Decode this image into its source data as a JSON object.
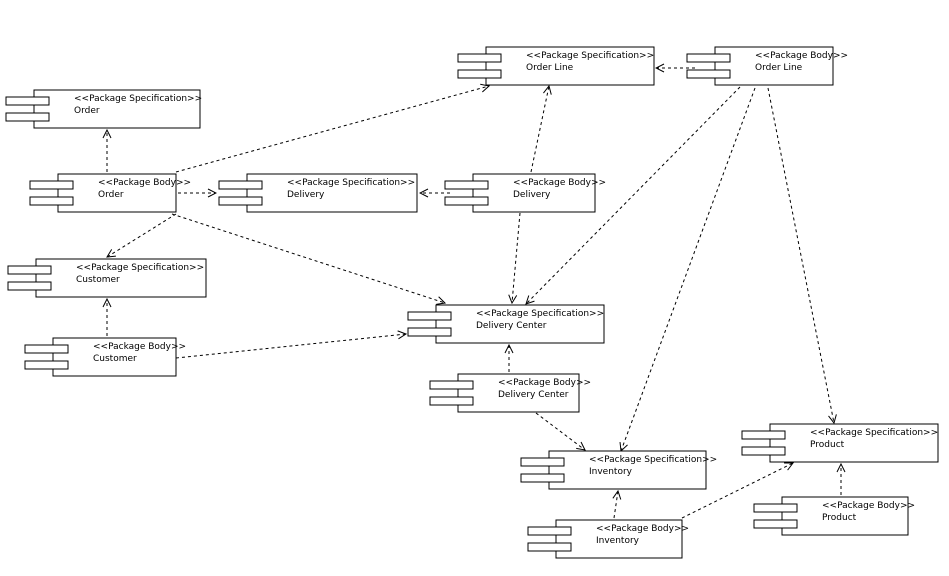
{
  "diagram": {
    "components": [
      {
        "id": "spec_order_line",
        "stereotype": "<<Package Specification>>",
        "name": "Order Line"
      },
      {
        "id": "body_order_line",
        "stereotype": "<<Package Body>>",
        "name": "Order Line"
      },
      {
        "id": "spec_order",
        "stereotype": "<<Package Specification>>",
        "name": "Order"
      },
      {
        "id": "body_order",
        "stereotype": "<<Package Body>>",
        "name": "Order"
      },
      {
        "id": "spec_delivery",
        "stereotype": "<<Package Specification>>",
        "name": "Delivery"
      },
      {
        "id": "body_delivery",
        "stereotype": "<<Package Body>>",
        "name": "Delivery"
      },
      {
        "id": "spec_customer",
        "stereotype": "<<Package Specification>>",
        "name": "Customer"
      },
      {
        "id": "body_customer",
        "stereotype": "<<Package Body>>",
        "name": "Customer"
      },
      {
        "id": "spec_delivery_center",
        "stereotype": "<<Package Specification>>",
        "name": "Delivery Center"
      },
      {
        "id": "body_delivery_center",
        "stereotype": "<<Package Body>>",
        "name": "Delivery Center"
      },
      {
        "id": "spec_product",
        "stereotype": "<<Package Specification>>",
        "name": "Product"
      },
      {
        "id": "body_product",
        "stereotype": "<<Package Body>>",
        "name": "Product"
      },
      {
        "id": "spec_inventory",
        "stereotype": "<<Package Specification>>",
        "name": "Inventory"
      },
      {
        "id": "body_inventory",
        "stereotype": "<<Package Body>>",
        "name": "Inventory"
      }
    ],
    "dependencies": [
      {
        "from": "body_order_line",
        "to": "spec_order_line"
      },
      {
        "from": "body_order_line",
        "to": "spec_delivery_center"
      },
      {
        "from": "body_order_line",
        "to": "spec_inventory"
      },
      {
        "from": "body_order_line",
        "to": "spec_product"
      },
      {
        "from": "body_order",
        "to": "spec_order"
      },
      {
        "from": "body_order",
        "to": "spec_order_line"
      },
      {
        "from": "body_order",
        "to": "spec_delivery"
      },
      {
        "from": "body_order",
        "to": "spec_customer"
      },
      {
        "from": "body_order",
        "to": "spec_delivery_center"
      },
      {
        "from": "body_delivery",
        "to": "spec_delivery"
      },
      {
        "from": "body_delivery",
        "to": "spec_order_line"
      },
      {
        "from": "body_delivery",
        "to": "spec_delivery_center"
      },
      {
        "from": "body_customer",
        "to": "spec_customer"
      },
      {
        "from": "body_customer",
        "to": "spec_delivery_center"
      },
      {
        "from": "body_delivery_center",
        "to": "spec_delivery_center"
      },
      {
        "from": "body_delivery_center",
        "to": "spec_inventory"
      },
      {
        "from": "body_inventory",
        "to": "spec_inventory"
      },
      {
        "from": "body_inventory",
        "to": "spec_product"
      },
      {
        "from": "body_product",
        "to": "spec_product"
      }
    ]
  }
}
